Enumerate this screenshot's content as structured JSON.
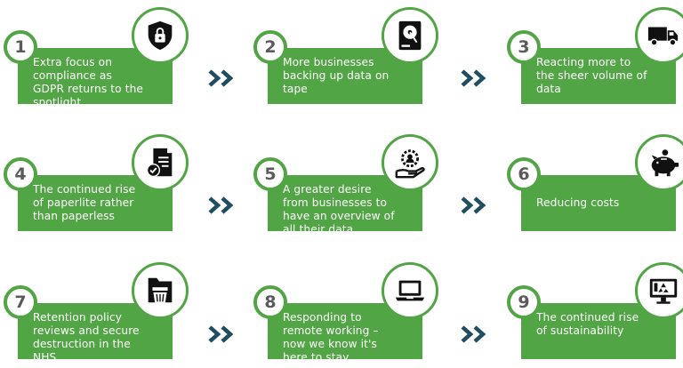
{
  "colors": {
    "accent": "#52a545",
    "dark": "#1e4e5f",
    "number_text": "#5b5b5b"
  },
  "steps": [
    {
      "number": "1",
      "text": "Extra focus on compliance as GDPR returns to the spotlight",
      "icon": "shield-lock-icon"
    },
    {
      "number": "2",
      "text": "More businesses backing up data on tape",
      "icon": "tape-drive-icon"
    },
    {
      "number": "3",
      "text": "Reacting more to the sheer volume of data",
      "icon": "truck-icon"
    },
    {
      "number": "4",
      "text": "The continued rise of paperlite rather than paperless",
      "icon": "document-check-icon"
    },
    {
      "number": "5",
      "text": "A greater desire from businesses to have an overview of all their data",
      "icon": "hand-gear-person-icon"
    },
    {
      "number": "6",
      "text": "Reducing costs",
      "icon": "piggy-bank-icon"
    },
    {
      "number": "7",
      "text": "Retention policy reviews and secure destruction in the NHS",
      "icon": "folder-shred-icon"
    },
    {
      "number": "8",
      "text": "Responding to remote working – now we know it's here to stay",
      "icon": "laptop-icon"
    },
    {
      "number": "9",
      "text": "The continued rise of sustainability",
      "icon": "recycle-monitor-icon"
    }
  ]
}
